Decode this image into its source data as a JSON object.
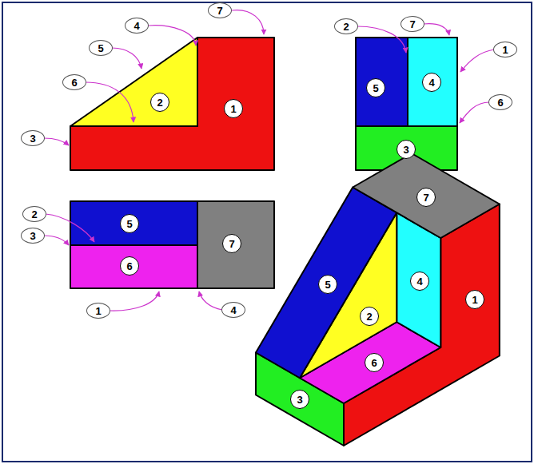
{
  "diagram": {
    "nodes": [
      {
        "text": [
          "7"
        ]
      },
      {
        "text": [
          "4"
        ]
      },
      {
        "text": [
          "5"
        ]
      },
      {
        "text": [
          "6"
        ]
      },
      {
        "text": [
          "3"
        ]
      },
      {
        "text": [
          "2"
        ]
      },
      {
        "text": [
          "1"
        ]
      },
      {
        "text": [
          "2"
        ]
      },
      {
        "text": [
          "7"
        ]
      },
      {
        "text": [
          "1"
        ]
      },
      {
        "text": [
          "6"
        ]
      },
      {
        "text": [
          "5"
        ]
      },
      {
        "text": [
          "4"
        ]
      },
      {
        "text": [
          "3"
        ]
      },
      {
        "text": [
          "2"
        ]
      },
      {
        "text": [
          "5"
        ]
      },
      {
        "text": [
          "3"
        ]
      },
      {
        "text": [
          "6"
        ]
      },
      {
        "text": [
          "7"
        ]
      },
      {
        "text": [
          "1"
        ]
      },
      {
        "text": [
          "4"
        ]
      },
      {
        "text": [
          "7"
        ]
      },
      {
        "text": [
          "5"
        ]
      },
      {
        "text": [
          "4"
        ]
      },
      {
        "text": [
          "2"
        ]
      },
      {
        "text": [
          "1"
        ]
      },
      {
        "text": [
          "6"
        ]
      },
      {
        "text": [
          "3"
        ]
      }
    ]
  }
}
